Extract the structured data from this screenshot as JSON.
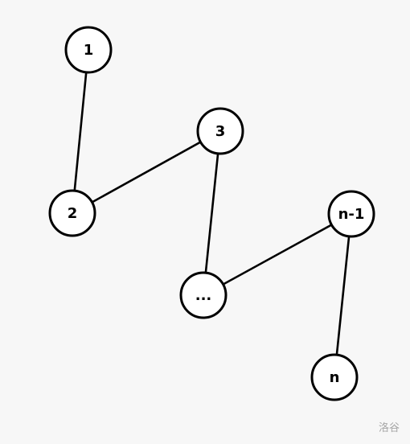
{
  "nodes": [
    {
      "id": "n1",
      "label": "1"
    },
    {
      "id": "n2",
      "label": "2"
    },
    {
      "id": "n3",
      "label": "3"
    },
    {
      "id": "ndots",
      "label": "..."
    },
    {
      "id": "nm1",
      "label": "n-1"
    },
    {
      "id": "nn",
      "label": "n"
    }
  ],
  "edges": [
    {
      "from": "n1",
      "to": "n2"
    },
    {
      "from": "n2",
      "to": "n3"
    },
    {
      "from": "n3",
      "to": "ndots"
    },
    {
      "from": "ndots",
      "to": "nm1"
    },
    {
      "from": "nm1",
      "to": "nn"
    }
  ],
  "watermark": "洛谷"
}
